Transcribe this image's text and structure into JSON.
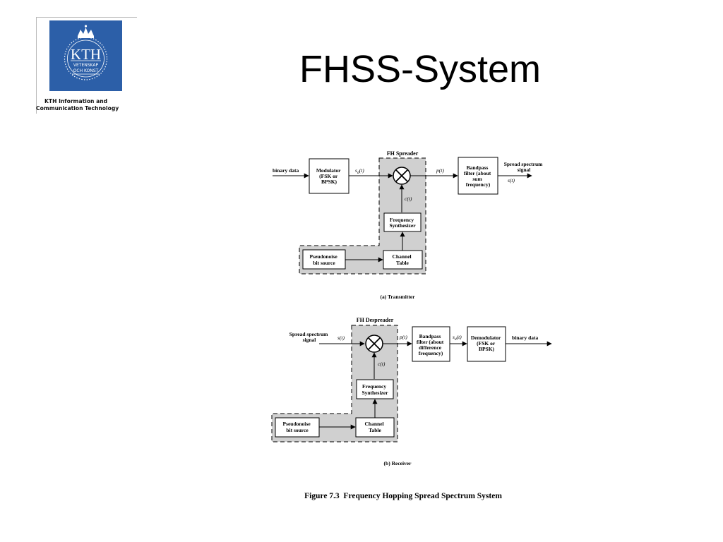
{
  "slide": {
    "title": "FHSS-System"
  },
  "logo": {
    "mark_text": "KTH",
    "ring_line1": "VETENSKAP",
    "ring_line2": "OCH KONST",
    "caption_line1": "KTH Information and",
    "caption_line2": "Communication Technology"
  },
  "transmitter": {
    "region_label": "FH Spreader",
    "input_label": "binary data",
    "modulator": [
      "Modulator",
      "(FSK or",
      "BPSK)"
    ],
    "sd_label": "s",
    "sd_sub": "d",
    "sd_arg": "(t)",
    "p_label": "p(t)",
    "c_label": "c(t)",
    "bandpass": [
      "Bandpass",
      "filter (about",
      "sum",
      "frequency)"
    ],
    "output_label": [
      "Spread spectrum",
      "signal"
    ],
    "s_label": "s(t)",
    "synth": [
      "Frequency",
      "Synthesizer"
    ],
    "pn": [
      "Pseudonoise",
      "bit source"
    ],
    "channel": [
      "Channel",
      "Table"
    ],
    "caption": "(a) Transmitter"
  },
  "receiver": {
    "region_label": "FH Despreader",
    "input_label": [
      "Spread spectrum",
      "signal"
    ],
    "s_label": "s(t)",
    "p_label": "p(t)",
    "c_label": "c(t)",
    "bandpass": [
      "Bandpass",
      "filter (about",
      "difference",
      "frequency)"
    ],
    "sd_label": "s",
    "sd_sub": "d",
    "sd_arg": "(t)",
    "demodulator": [
      "Demodulator",
      "(FSK or",
      "BPSK)"
    ],
    "output_label": "binary data",
    "synth": [
      "Frequency",
      "Synthesizer"
    ],
    "pn": [
      "Pseudonoise",
      "bit source"
    ],
    "channel": [
      "Channel",
      "Table"
    ],
    "caption": "(b) Receiver"
  },
  "figure_caption": "Figure 7.3  Frequency Hopping Spread Spectrum System"
}
